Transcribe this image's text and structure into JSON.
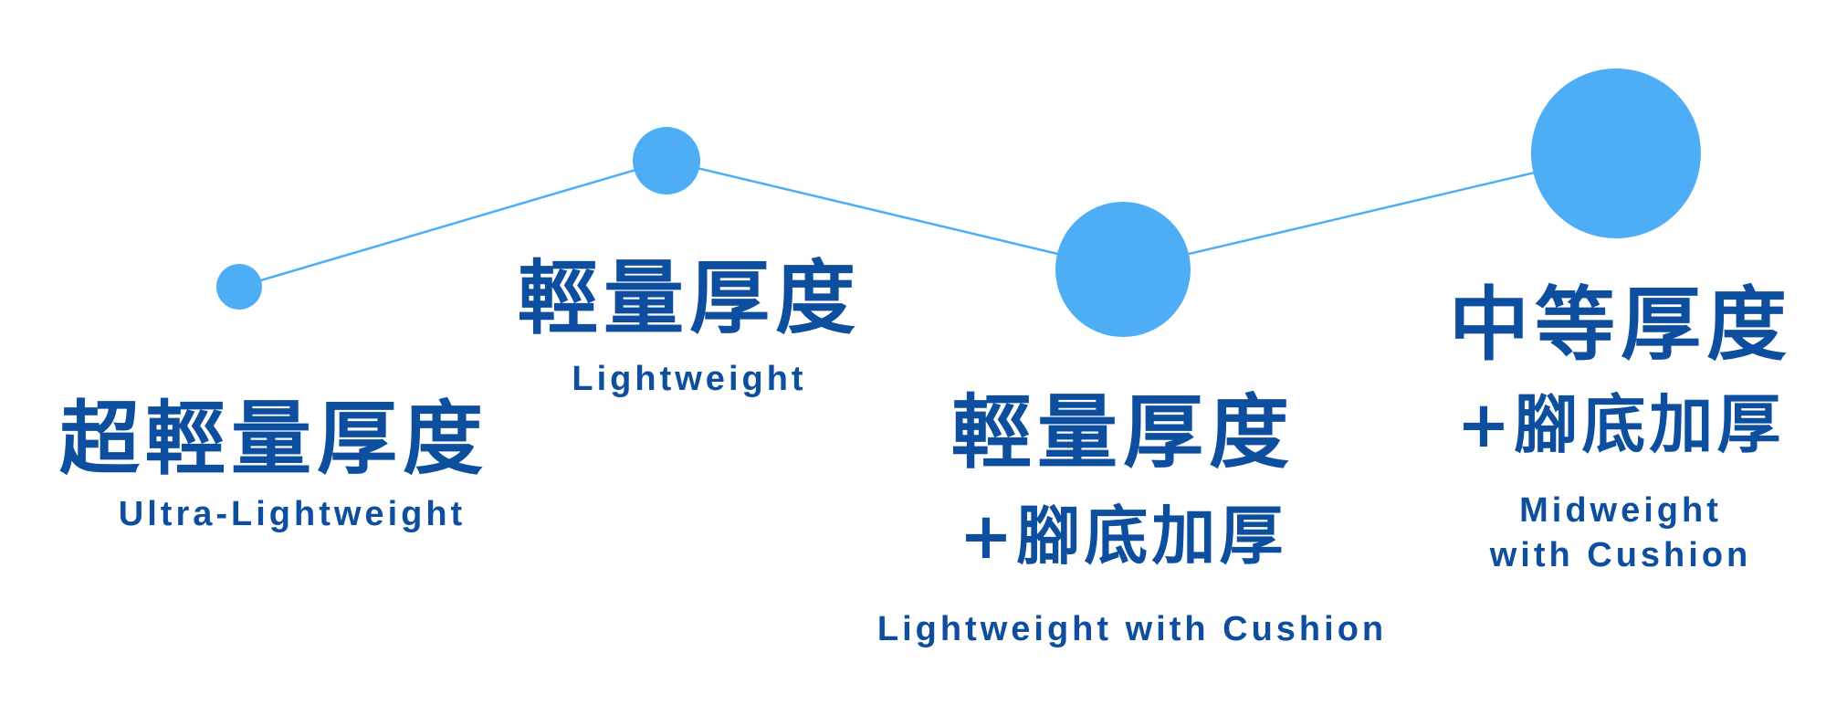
{
  "colors": {
    "circle": "#4dadf5",
    "line": "#4dadf5",
    "text": "#0d4f9e"
  },
  "levels": [
    {
      "title": "超輕量厚度",
      "subtitle": "",
      "english": "Ultra-Lightweight",
      "english_line2": ""
    },
    {
      "title": "輕量厚度",
      "subtitle": "",
      "english": "Lightweight",
      "english_line2": ""
    },
    {
      "title": "輕量厚度",
      "subtitle": "+腳底加厚",
      "english": "Lightweight with Cushion",
      "english_line2": ""
    },
    {
      "title": "中等厚度",
      "subtitle": "+腳底加厚",
      "english": "Midweight",
      "english_line2": "with Cushion"
    }
  ]
}
